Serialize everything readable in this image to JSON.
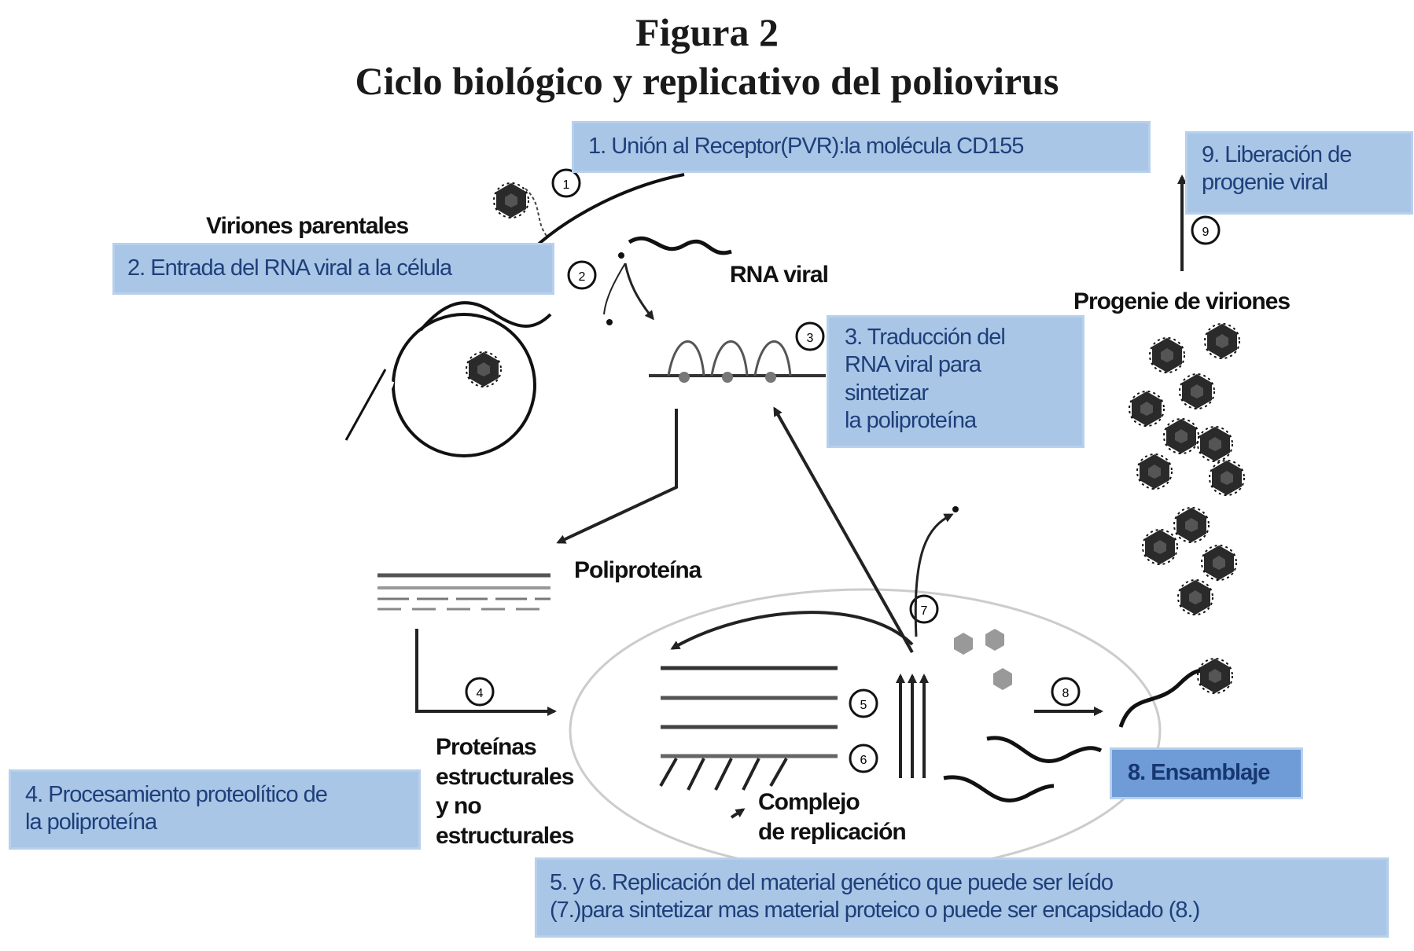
{
  "figure": {
    "title": "Figura 2",
    "subtitle": "Ciclo biológico y replicativo del poliovirus"
  },
  "steps": {
    "s1": "1. Unión al Receptor(PVR):la molécula CD155",
    "s2": "2. Entrada del RNA viral a la célula",
    "s3": [
      "3. Traducción del",
      "RNA viral para",
      "sintetizar",
      "la poliproteína"
    ],
    "s4": [
      "4. Procesamiento proteolítico de",
      "la poliproteína"
    ],
    "s56": [
      "5. y 6. Replicación del material genético que puede ser leído",
      "(7.)para sintetizar mas material proteico o puede ser encapsidado (8.)"
    ],
    "s8": "8. Ensamblaje",
    "s9": [
      "9. Liberación de",
      "progenie viral"
    ]
  },
  "labels": {
    "viriones_parentales": "Viriones parentales",
    "rna_viral": "RNA viral",
    "progenie": "Progenie de viriones",
    "poliproteina": "Poliproteína",
    "proteinas": [
      "Proteínas",
      "estructurales",
      "y no",
      "estructurales"
    ],
    "complejo": [
      "Complejo",
      "de replicación"
    ]
  },
  "step_markers": [
    "1",
    "2",
    "3",
    "4",
    "5",
    "6",
    "7",
    "8",
    "9"
  ],
  "colors": {
    "box_fill": "#a9c6e6",
    "box_text": "#1e3f7a",
    "box_dark_fill": "#6f9bd6"
  }
}
